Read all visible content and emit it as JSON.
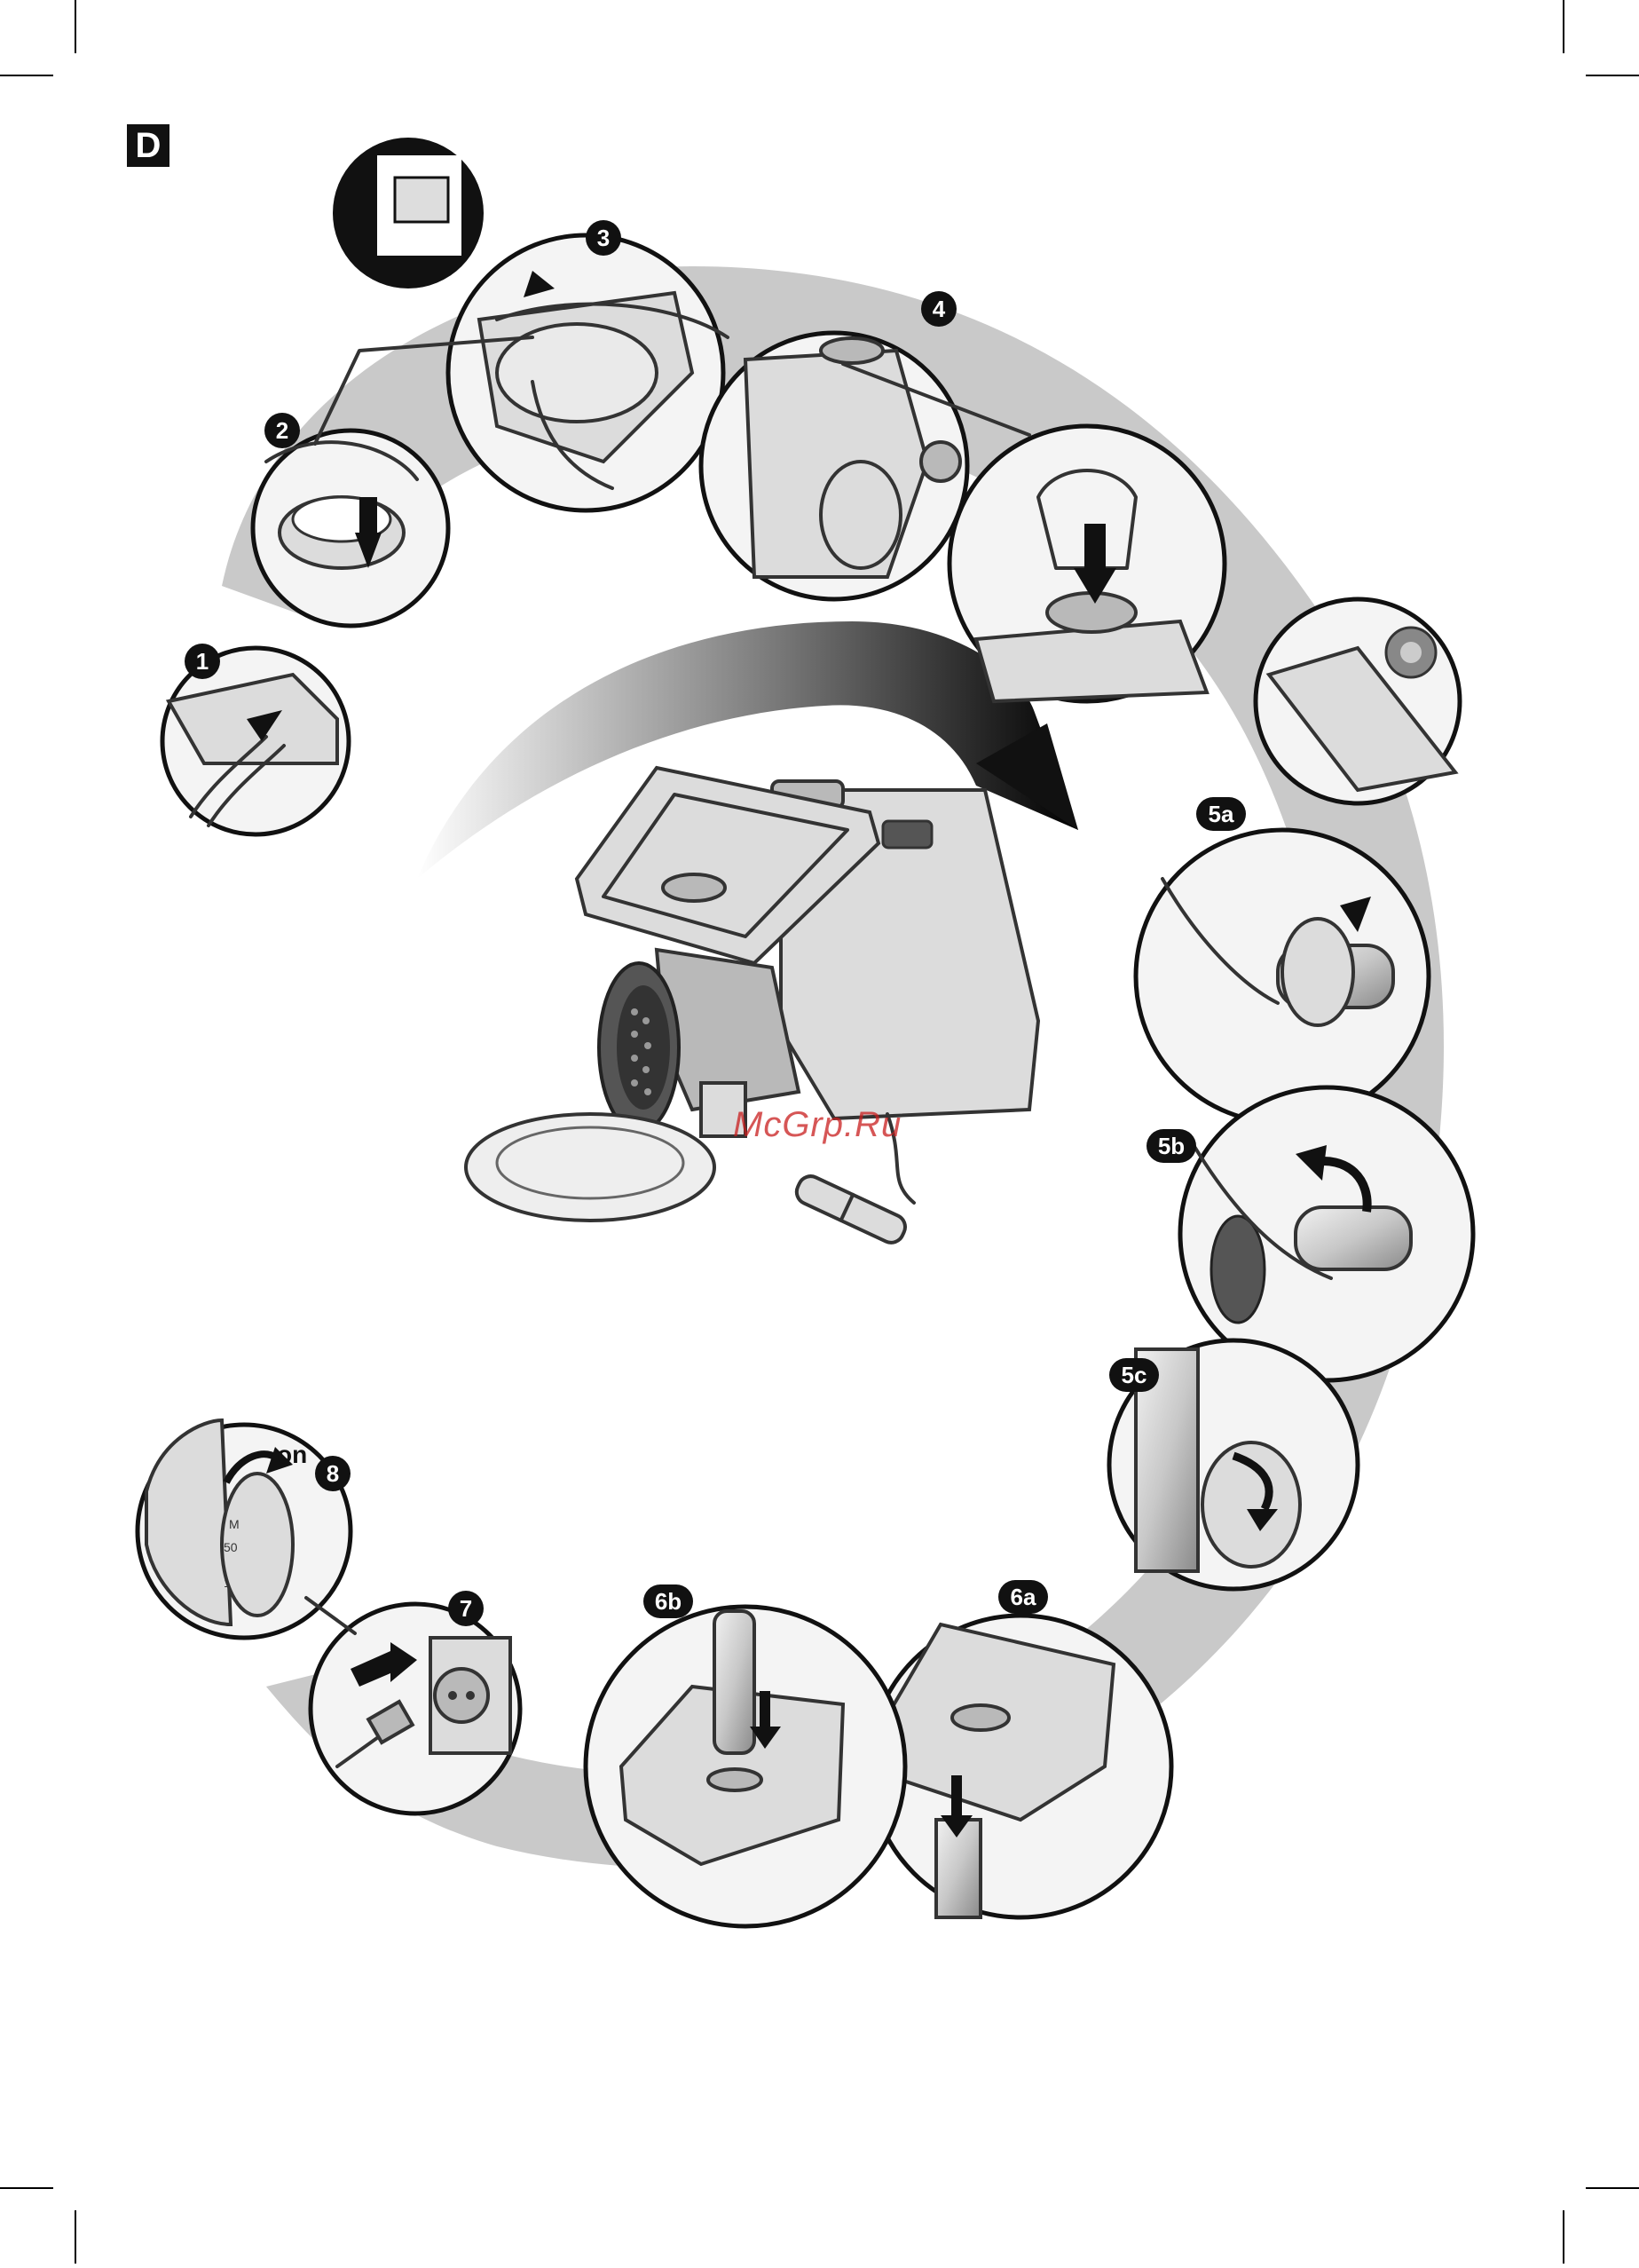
{
  "section_label": "D",
  "watermark": "McGrp.Ru",
  "footer_code": "",
  "steps": [
    {
      "id": "step-1",
      "label": "1"
    },
    {
      "id": "step-2",
      "label": "2"
    },
    {
      "id": "step-3",
      "label": "3"
    },
    {
      "id": "step-4",
      "label": "4"
    },
    {
      "id": "step-5a",
      "label": "5a"
    },
    {
      "id": "step-5b",
      "label": "5b"
    },
    {
      "id": "step-5c",
      "label": "5c"
    },
    {
      "id": "step-6a",
      "label": "6a"
    },
    {
      "id": "step-6b",
      "label": "6b"
    },
    {
      "id": "step-7",
      "label": "7"
    },
    {
      "id": "step-8",
      "label": "8"
    }
  ],
  "dial": {
    "on_label": "on",
    "marks": [
      "M",
      "50",
      "1"
    ]
  }
}
